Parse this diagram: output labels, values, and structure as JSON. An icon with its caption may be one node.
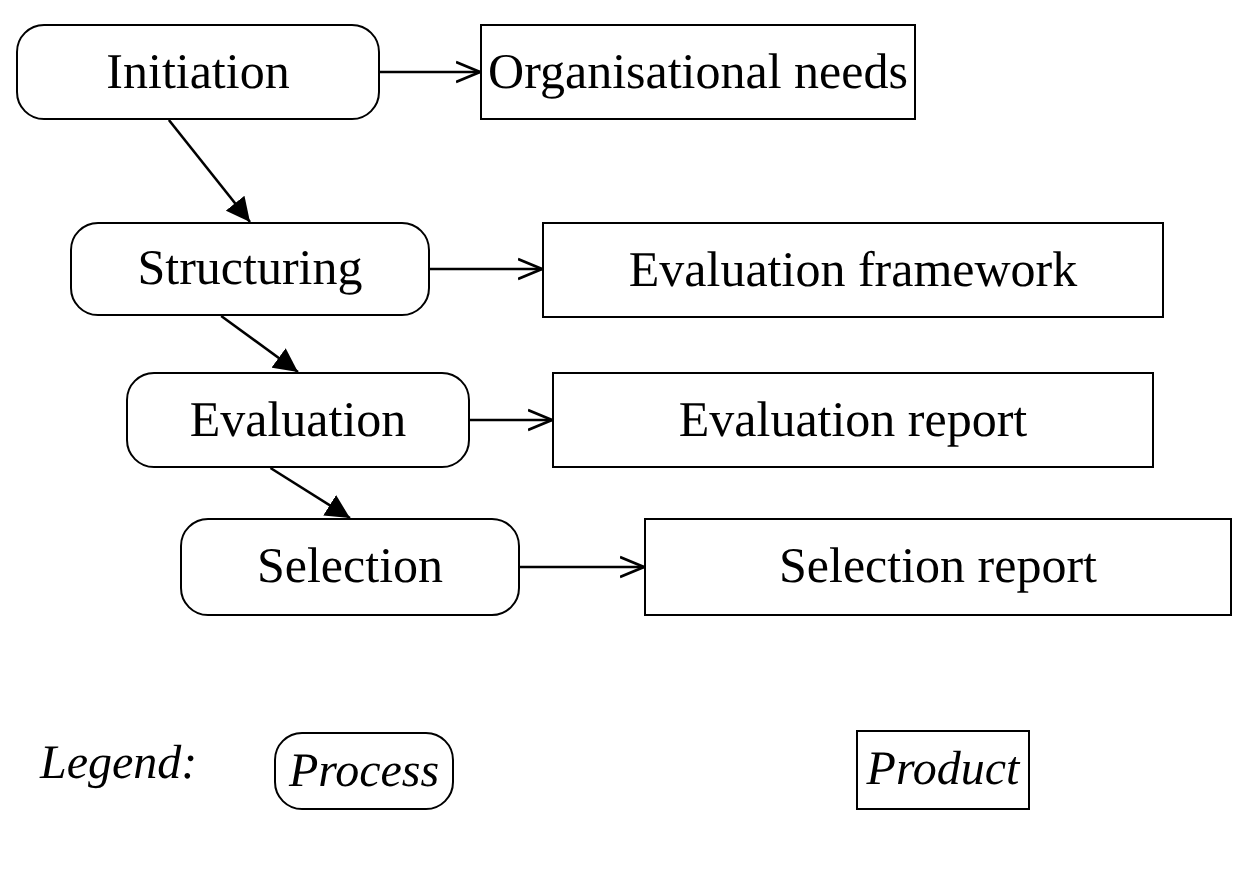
{
  "diagram": {
    "nodes": [
      {
        "text": [
          "Initiation"
        ]
      },
      {
        "text": [
          "Organisational needs"
        ]
      },
      {
        "text": [
          "Structuring"
        ]
      },
      {
        "text": [
          "Evaluation framework"
        ]
      },
      {
        "text": [
          "Evaluation"
        ]
      },
      {
        "text": [
          "Evaluation report"
        ]
      },
      {
        "text": [
          "Selection"
        ]
      },
      {
        "text": [
          "Selection report"
        ]
      },
      {
        "text": [
          "Process"
        ]
      },
      {
        "text": [
          "Product"
        ]
      }
    ],
    "edges": [
      {
        "from": 0,
        "to": 1,
        "arrow": "to"
      },
      {
        "from": 0,
        "to": 2,
        "arrow": "to"
      },
      {
        "from": 2,
        "to": 3,
        "arrow": "to"
      },
      {
        "from": 2,
        "to": 4,
        "arrow": "to"
      },
      {
        "from": 4,
        "to": 5,
        "arrow": "to"
      },
      {
        "from": 4,
        "to": 6,
        "arrow": "to"
      },
      {
        "from": 6,
        "to": 7,
        "arrow": "to"
      }
    ],
    "labels": [
      "Legend:"
    ]
  }
}
